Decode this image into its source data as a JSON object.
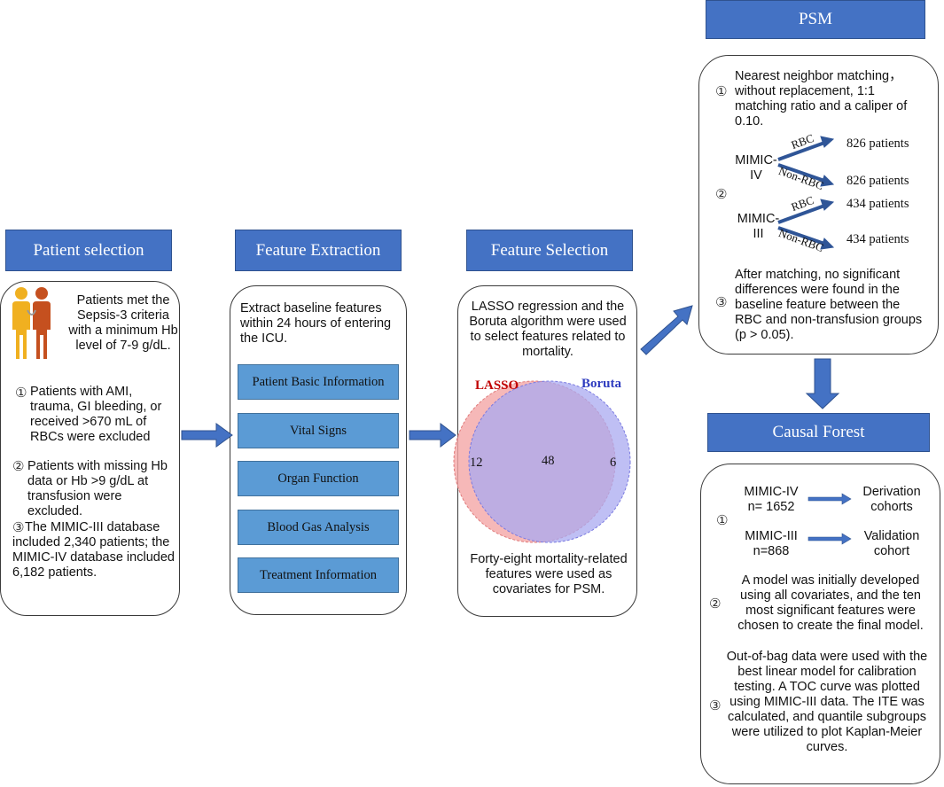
{
  "headers": {
    "patient_selection": "Patient selection",
    "feature_extraction": "Feature Extraction",
    "feature_selection": "Feature Selection",
    "psm": "PSM",
    "causal_forest": "Causal Forest"
  },
  "patient_panel": {
    "intro": "Patients met the Sepsis-3 criteria with a minimum  Hb level of 7-9 g/dL.",
    "items": [
      {
        "marker": "①",
        "text": "Patients with AMI, trauma, GI bleeding, or received >670 mL of RBCs were excluded"
      },
      {
        "marker": "②",
        "text": "Patients with missing Hb data or Hb >9 g/dL at transfusion were excluded."
      },
      {
        "marker": "③",
        "text": " The MIMIC-III database included 2,340 patients; the MIMIC-IV database included 6,182 patients."
      }
    ]
  },
  "extraction_panel": {
    "intro": "Extract baseline features within 24 hours of entering the ICU.",
    "features": [
      "Patient Basic Information",
      "Vital Signs",
      "Organ Function",
      "Blood Gas Analysis",
      "Treatment Information"
    ]
  },
  "selection_panel": {
    "intro": "LASSO regression and the Boruta algorithm were used to select features related to mortality.",
    "venn": {
      "left_label": "LASSO",
      "right_label": "Boruta",
      "left_only": "12",
      "overlap": "48",
      "right_only": "6"
    },
    "outro": "Forty-eight mortality-related features were used as covariates for PSM.",
    "colors": {
      "lasso": "#f4a6a6",
      "boruta": "#a9a9f0",
      "overlap": "#c3a0e0"
    }
  },
  "psm_panel": {
    "m1": "①",
    "step1": "Nearest neighbor matching，without replacement, 1:1 matching ratio and a caliper of 0.10.",
    "m2": "②",
    "mimic4": {
      "name": "MIMIC-IV",
      "up_label": "RBC",
      "down_label": "Non-RBC",
      "up_count": "826 patients",
      "down_count": "826 patients"
    },
    "mimic3": {
      "name": "MIMIC-III",
      "up_label": "RBC",
      "down_label": "Non-RBC",
      "up_count": "434 patients",
      "down_count": "434 patients"
    },
    "m3": "③",
    "step3": "After matching, no significant differences were found in the baseline feature between the RBC and non-transfusion groups (p > 0.05)."
  },
  "cf_panel": {
    "m1": "①",
    "rows": [
      {
        "left": "MIMIC-IV n= 1652",
        "right": "Derivation cohorts"
      },
      {
        "left": "MIMIC-III n=868",
        "right": "Validation cohort"
      }
    ],
    "m2": "②",
    "step2": "A model was initially developed using all covariates, and the ten most significant features were chosen to create the final model.",
    "m3": "③",
    "step3": "Out-of-bag data were used with the best linear model for calibration testing. A TOC curve was plotted using MIMIC-III data. The ITE was calculated, and quantile subgroups were utilized to plot Kaplan-Meier curves."
  },
  "colors": {
    "header_bg": "#4472c4",
    "feature_box": "#5b9bd5",
    "arrow": "#4472c4",
    "lasso_text": "#c00000",
    "boruta_text": "#2e3bbf"
  }
}
